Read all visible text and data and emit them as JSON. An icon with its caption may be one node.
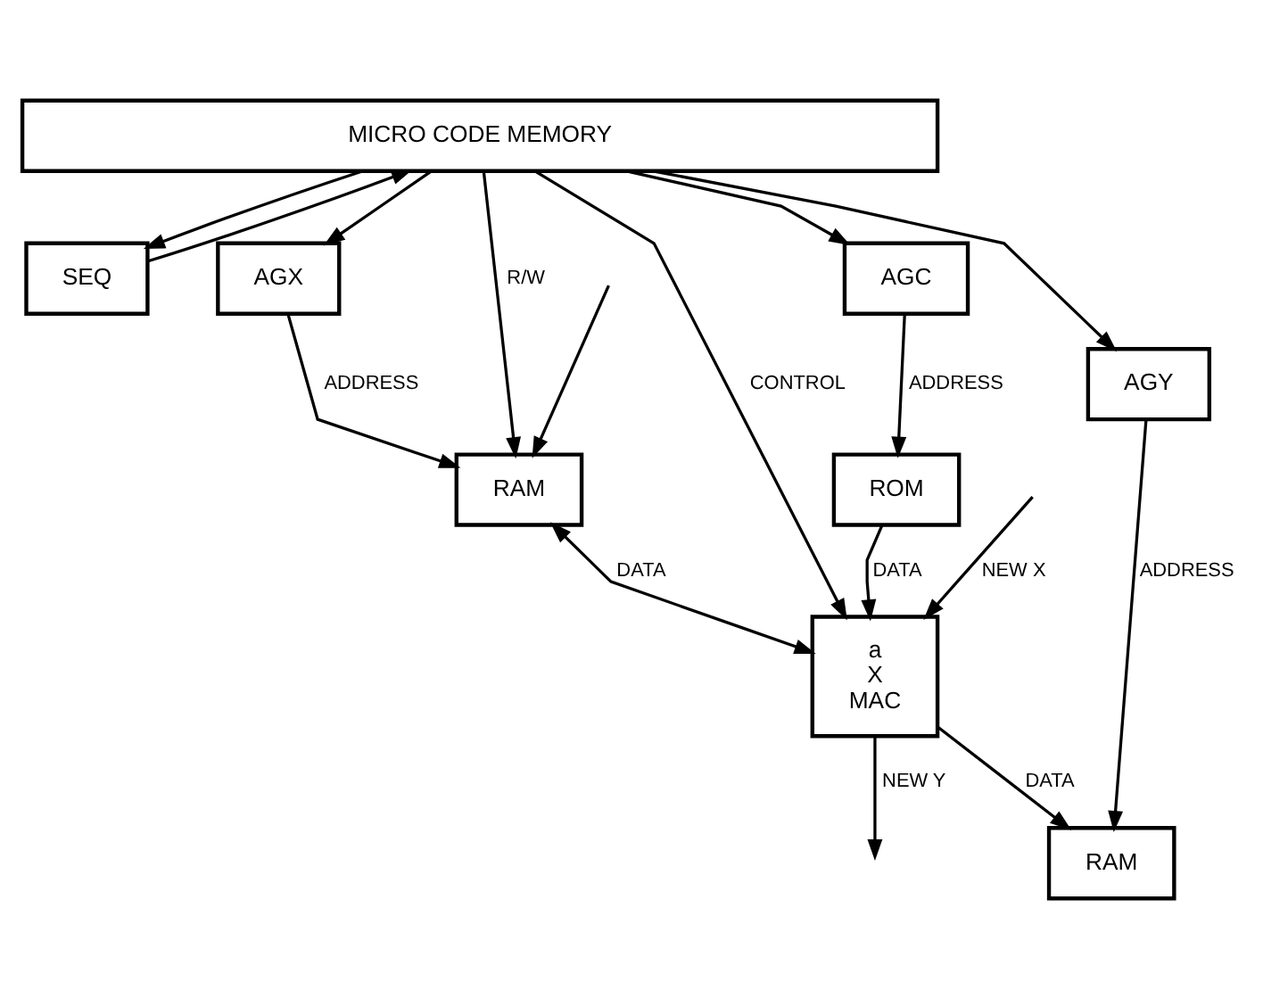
{
  "diagram": {
    "nodes": [
      {
        "text": [
          "MICRO CODE MEMORY"
        ]
      },
      {
        "text": [
          "SEQ"
        ]
      },
      {
        "text": [
          "AGC"
        ]
      },
      {
        "text": [
          "AGX"
        ]
      },
      {
        "text": [
          "ROM"
        ]
      },
      {
        "text": [
          "RAM"
        ]
      },
      {
        "text": [
          "a",
          "X",
          "MAC"
        ]
      },
      {
        "text": [
          "AGY"
        ]
      },
      {
        "text": [
          "RAM"
        ]
      }
    ],
    "edges": [
      {
        "from": 0,
        "to": 1,
        "arrow": "to"
      },
      {
        "from": 1,
        "to": 0,
        "arrow": "to"
      },
      {
        "from": 0,
        "to": 2,
        "arrow": "to"
      },
      {
        "from": 0,
        "to": 3,
        "arrow": "to"
      },
      {
        "from": 2,
        "to": 4,
        "arrow": "to",
        "label": "ADDRESS"
      },
      {
        "from": 3,
        "to": 5,
        "arrow": "to",
        "label": "ADDRESS"
      },
      {
        "from": 0,
        "to": 5,
        "arrow": "to",
        "label": "R/W"
      },
      {
        "from": 0,
        "to": 6,
        "arrow": "to",
        "label": "CONTROL"
      },
      {
        "from": 4,
        "to": 6,
        "arrow": "to",
        "label": "DATA"
      },
      {
        "from": 5,
        "to": 6,
        "arrow": "both",
        "label": "DATA"
      },
      {
        "from": null,
        "to": 6,
        "arrow": "to",
        "label": "NEW X"
      },
      {
        "from": null,
        "to": 5,
        "arrow": "to"
      },
      {
        "from": 0,
        "to": 7,
        "arrow": "to"
      },
      {
        "from": 7,
        "to": 8,
        "arrow": "to",
        "label": "ADDRESS"
      },
      {
        "from": 6,
        "to": 8,
        "arrow": "to",
        "label": "DATA"
      },
      {
        "from": 6,
        "to": null,
        "arrow": "to",
        "label": "NEW Y"
      }
    ]
  }
}
